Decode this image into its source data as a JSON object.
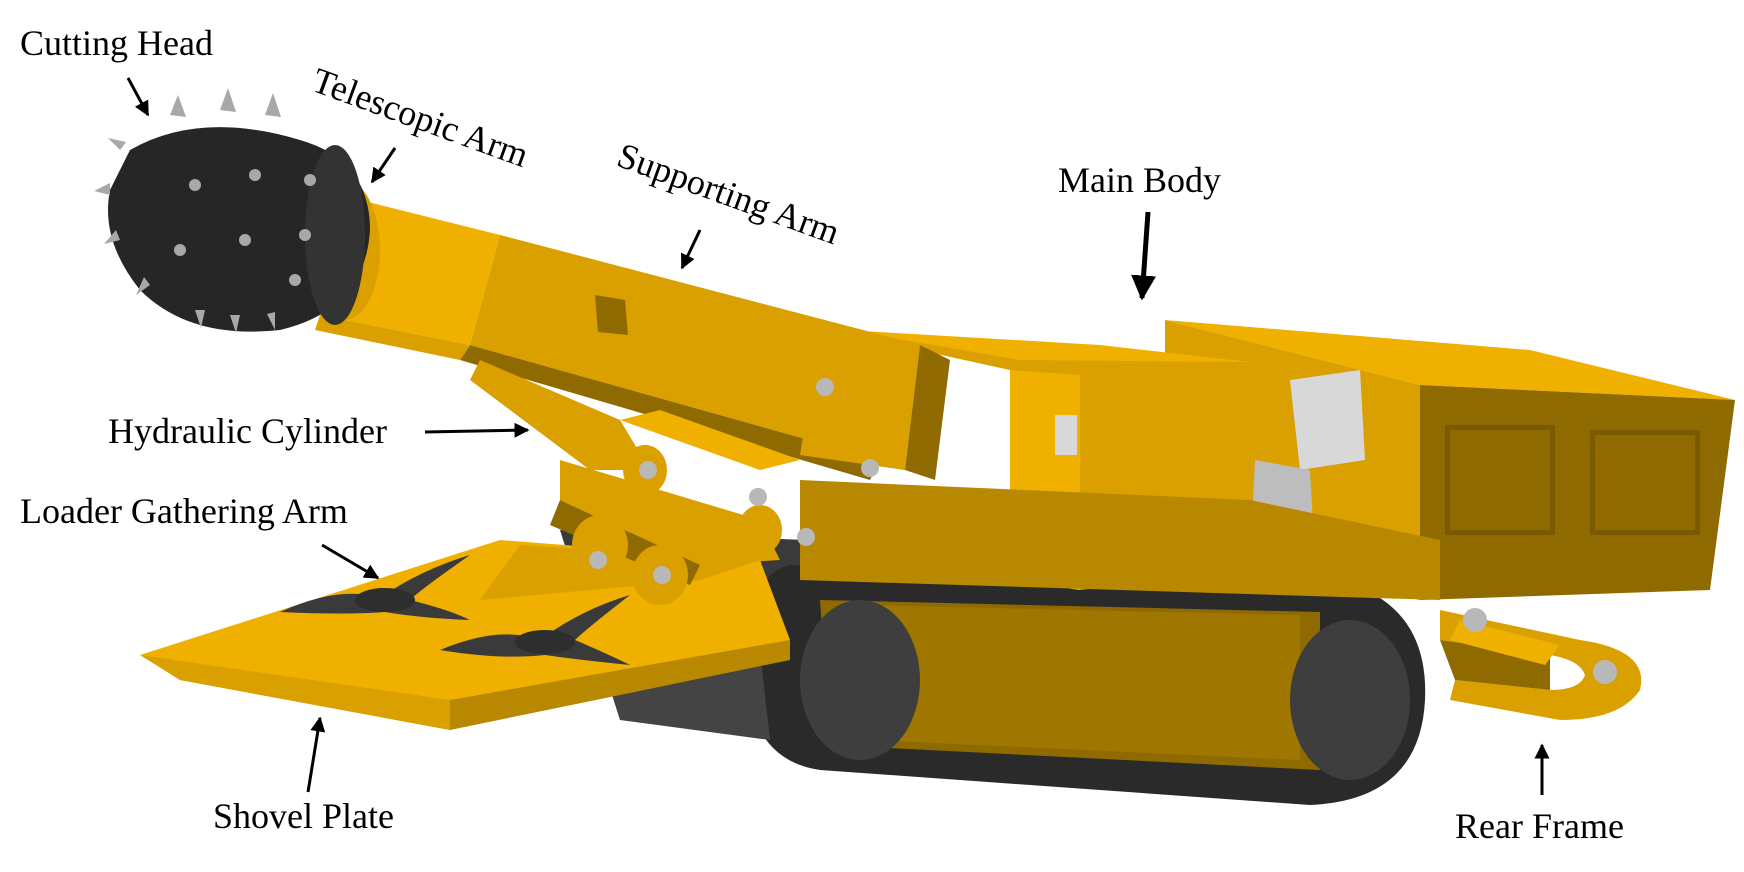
{
  "labels": {
    "cutting_head": "Cutting Head",
    "telescopic_arm": "Telescopic Arm",
    "supporting_arm": "Supporting Arm",
    "main_body": "Main Body",
    "hydraulic_cylinder": "Hydraulic Cylinder",
    "loader_gathering_arm": "Loader Gathering Arm",
    "shovel_plate": "Shovel Plate",
    "rear_frame": "Rear Frame"
  },
  "colors": {
    "body_light": "#f0b000",
    "body_mid": "#d9a000",
    "body_dark": "#8f6a00",
    "body_shadow": "#6e5200",
    "track": "#2a2a2a",
    "roller": "#3e3e3e",
    "cutter": "#262626",
    "pick": "#a8a8a8",
    "bolt": "#b8b8b8",
    "panel_grey": "#d8d8d8"
  },
  "icons": {
    "arrow": "arrow-icon"
  }
}
